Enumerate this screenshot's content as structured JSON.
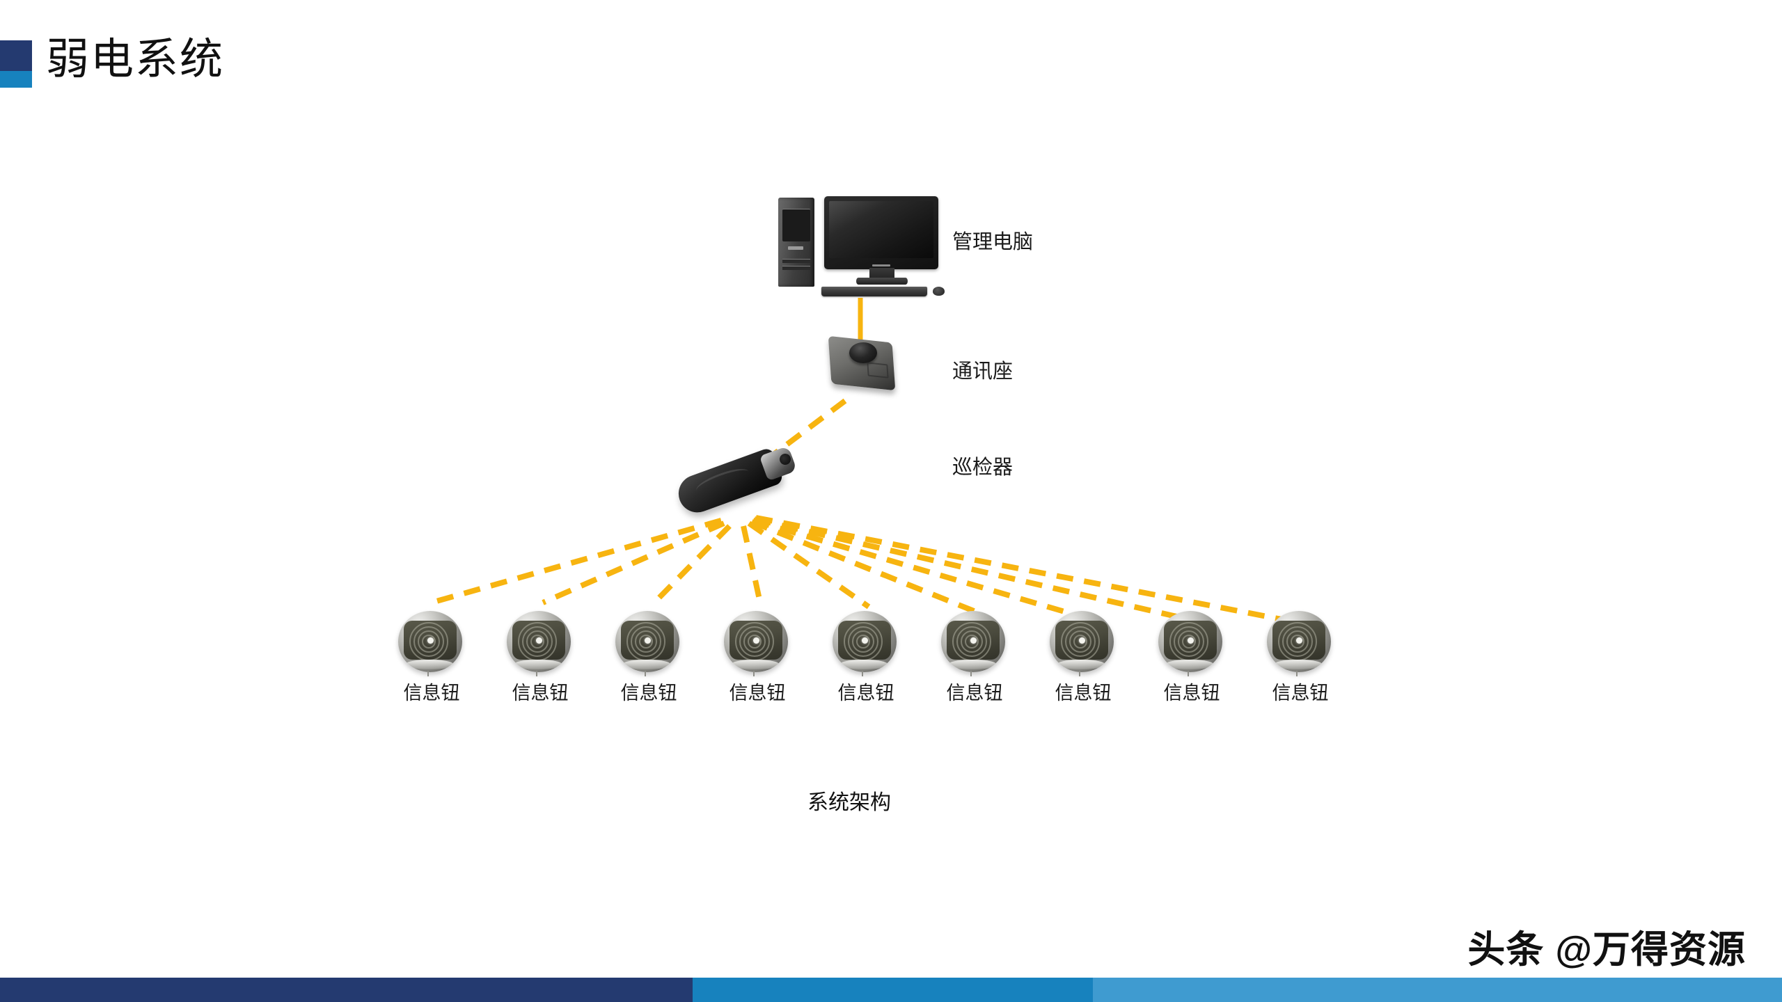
{
  "slide": {
    "title": "弱电系统",
    "caption": "系统架构",
    "watermark": "头条 @万得资源"
  },
  "colors": {
    "deco_navy": "#243a70",
    "deco_blue": "#1782be",
    "foot_navy": "#243a70",
    "foot_blue": "#1782be",
    "foot_light": "#3f9bd0",
    "link_yellow": "#f7b410",
    "title_text": "#111111"
  },
  "diagram": {
    "nodes": [
      {
        "id": "management-computer",
        "label": "管理电脑",
        "icon": "desktop-computer-icon"
      },
      {
        "id": "communication-dock",
        "label": "通讯座",
        "icon": "docking-station-icon"
      },
      {
        "id": "patrol-reader",
        "label": "巡检器",
        "icon": "patrol-wand-icon"
      }
    ],
    "info_buttons": [
      {
        "label": "信息钮"
      },
      {
        "label": "信息钮"
      },
      {
        "label": "信息钮"
      },
      {
        "label": "信息钮"
      },
      {
        "label": "信息钮"
      },
      {
        "label": "信息钮"
      },
      {
        "label": "信息钮"
      },
      {
        "label": "信息钮"
      },
      {
        "label": "信息钮"
      }
    ],
    "links": [
      {
        "from": "management-computer",
        "to": "communication-dock",
        "style": "solid"
      },
      {
        "from": "communication-dock",
        "to": "patrol-reader",
        "style": "dashed"
      },
      {
        "from": "patrol-reader",
        "to": "info-button-1",
        "style": "dashed"
      },
      {
        "from": "patrol-reader",
        "to": "info-button-2",
        "style": "dashed"
      },
      {
        "from": "patrol-reader",
        "to": "info-button-3",
        "style": "dashed"
      },
      {
        "from": "patrol-reader",
        "to": "info-button-4",
        "style": "dashed"
      },
      {
        "from": "patrol-reader",
        "to": "info-button-5",
        "style": "dashed"
      },
      {
        "from": "patrol-reader",
        "to": "info-button-6",
        "style": "dashed"
      },
      {
        "from": "patrol-reader",
        "to": "info-button-7",
        "style": "dashed"
      },
      {
        "from": "patrol-reader",
        "to": "info-button-8",
        "style": "dashed"
      },
      {
        "from": "patrol-reader",
        "to": "info-button-9",
        "style": "dashed"
      }
    ]
  }
}
